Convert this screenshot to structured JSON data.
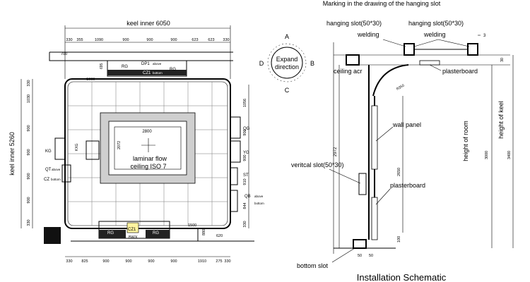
{
  "floor_plan": {
    "keel_inner_width": "keel inner  6050",
    "keel_inner_height": "keel inner  5260",
    "top_dims": [
      "330",
      "355",
      "1090",
      "900",
      "900",
      "900",
      "623",
      "623",
      "330"
    ],
    "bottom_dims": [
      "330",
      "825",
      "900",
      "900",
      "900",
      "900",
      "1910",
      "275",
      "330"
    ],
    "left_dims": [
      "330",
      "1030",
      "900",
      "900",
      "900",
      "900",
      "330"
    ],
    "right_dims": [
      "1056",
      "900",
      "900",
      "910",
      "844",
      "330"
    ],
    "dim_700": "700",
    "dim_695": "695",
    "dim_1000": "1000",
    "dim_1500": "1500",
    "dim_880": "880",
    "dim_620": "620",
    "dim_2800": "2800",
    "dim_2072": "2072",
    "laminar_label_1": "laminar flow",
    "laminar_label_2": "ceiling ISO 7",
    "labels": {
      "rg": "RG",
      "dp1": "DP1",
      "above": "above",
      "cz1": "CZ1",
      "bottom": "bottom",
      "kg": "KG",
      "qt": "QT",
      "cz": "CZ",
      "qg": "QG",
      "yg": "YG",
      "st": "ST",
      "qb": "QB",
      "bwx": "BWX",
      "kxg": "KXG"
    }
  },
  "compass": {
    "title_1": "Expand",
    "title_2": "direction",
    "a": "A",
    "b": "B",
    "c": "C",
    "d": "D"
  },
  "schematic": {
    "top_note": "Marking in the drawing of the hanging slot",
    "hanging_slot_left": "hanging slot(50*30)",
    "hanging_slot_right": "hanging slot(50*30)",
    "welding_left": "welding",
    "welding_right": "welding",
    "dim_3": "3",
    "dim_30": "30",
    "ceiling_arc": "ceiling acr",
    "plasterboard_top": "plasterboard",
    "r350": "R350",
    "wall_panel": "wall panel",
    "height_of_room": "height of room",
    "height_of_keel": "height of keel",
    "dim_2972": "2972",
    "dim_3000": "3000",
    "dim_3400": "3400",
    "dim_2650": "2650",
    "vertical_slot": "veritcal slot(50*30)",
    "plasterboard_bottom": "plasterboard",
    "dim_100": "100",
    "dim_50": "50",
    "dim_50b": "50",
    "bottom_slot": "bottom slot",
    "caption": "Installation Schematic"
  }
}
